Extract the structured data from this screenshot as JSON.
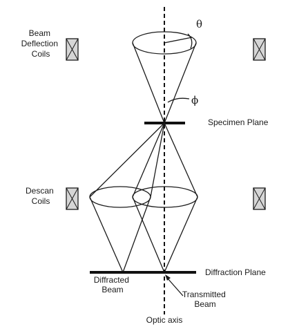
{
  "labels": {
    "beam_deflection_coils": [
      "Beam",
      "Deflection",
      "Coils"
    ],
    "descan_coils": [
      "Descan",
      "Coils"
    ],
    "specimen_plane": "Specimen Plane",
    "diffraction_plane": "Diffraction Plane",
    "diffracted_beam": [
      "Diffracted",
      "Beam"
    ],
    "transmitted_beam": [
      "Transmitted",
      "Beam"
    ],
    "optic_axis": "Optic axis",
    "theta": "θ",
    "phi": "ϕ"
  },
  "colors": {
    "ink": "#1a1a1a",
    "coil_fill": "#d6d6d6",
    "background": "#ffffff"
  }
}
